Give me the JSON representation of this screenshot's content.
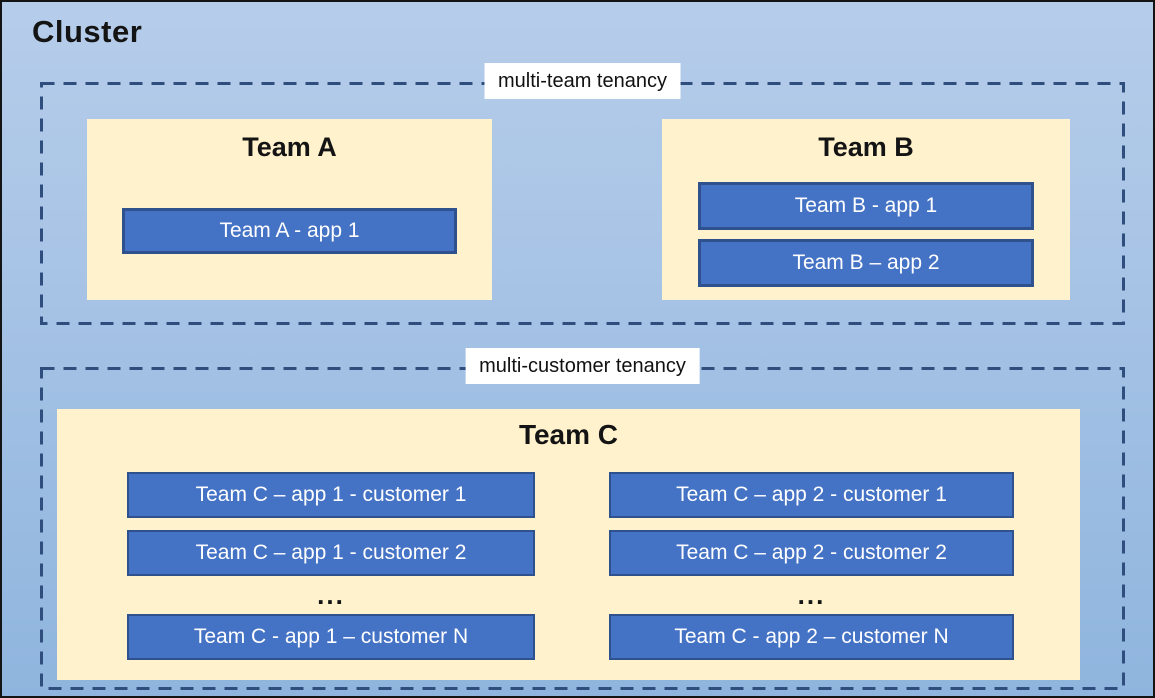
{
  "cluster": {
    "title": "Cluster"
  },
  "colors": {
    "background_top": "#b6cdea",
    "background_bottom": "#8fb5de",
    "outer_border": "#141414",
    "dashed_border": "#2f4e7e",
    "team_box_fill": "#fff2cc",
    "app_box_fill": "#4472c4",
    "app_box_border": "#2f528f",
    "app_box_text": "#ffffff",
    "label_background": "#ffffff",
    "label_text": "#111111"
  },
  "multi_team": {
    "label": "multi-team tenancy",
    "teams": [
      {
        "name": "Team A",
        "apps": [
          "Team A - app 1"
        ]
      },
      {
        "name": "Team B",
        "apps": [
          "Team B - app 1",
          "Team B – app 2"
        ]
      }
    ]
  },
  "multi_customer": {
    "label": "multi-customer tenancy",
    "team": {
      "name": "Team C",
      "columns": [
        {
          "rows": [
            "Team C – app 1 - customer 1",
            "Team C – app 1 - customer 2"
          ],
          "ellipsis": "...",
          "last_row": "Team C - app 1 – customer N"
        },
        {
          "rows": [
            "Team C – app 2 - customer 1",
            "Team C – app 2 - customer 2"
          ],
          "ellipsis": "...",
          "last_row": "Team C - app 2 – customer N"
        }
      ]
    }
  }
}
